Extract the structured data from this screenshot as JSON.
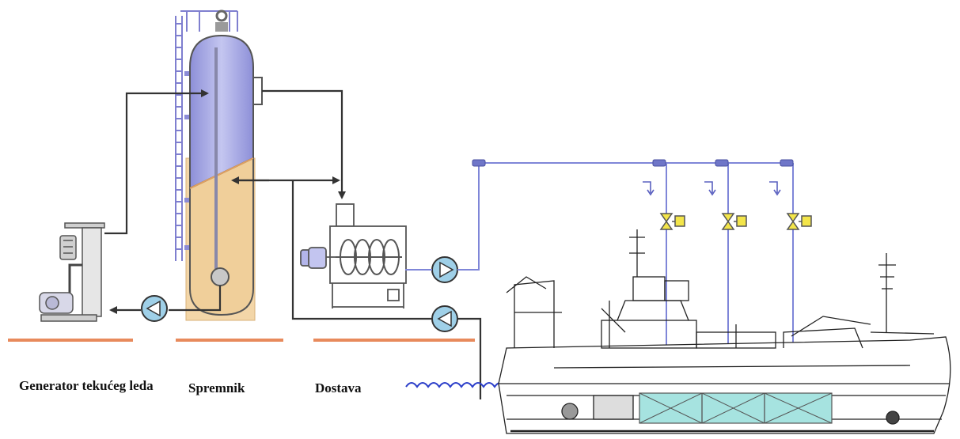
{
  "captions": {
    "generator": "Generator tekućeg leda",
    "tank": "Spremnik",
    "delivery": "Dostava"
  },
  "colors": {
    "ground_line": "#e88a5c",
    "tank_gas": "#a9aae6",
    "tank_liquid": "#f3d6a8",
    "water_pipe": "#7f86d8",
    "pipe_dark": "#333333",
    "pump_fill": "#9fd0e8",
    "valve_yellow": "#f3e54a",
    "hold_fill": "#a6e3e0"
  },
  "icons": [
    "generator-icon",
    "tank-icon",
    "auger-icon",
    "pump-icon",
    "valve-icon",
    "ship-icon",
    "wave-icon"
  ]
}
